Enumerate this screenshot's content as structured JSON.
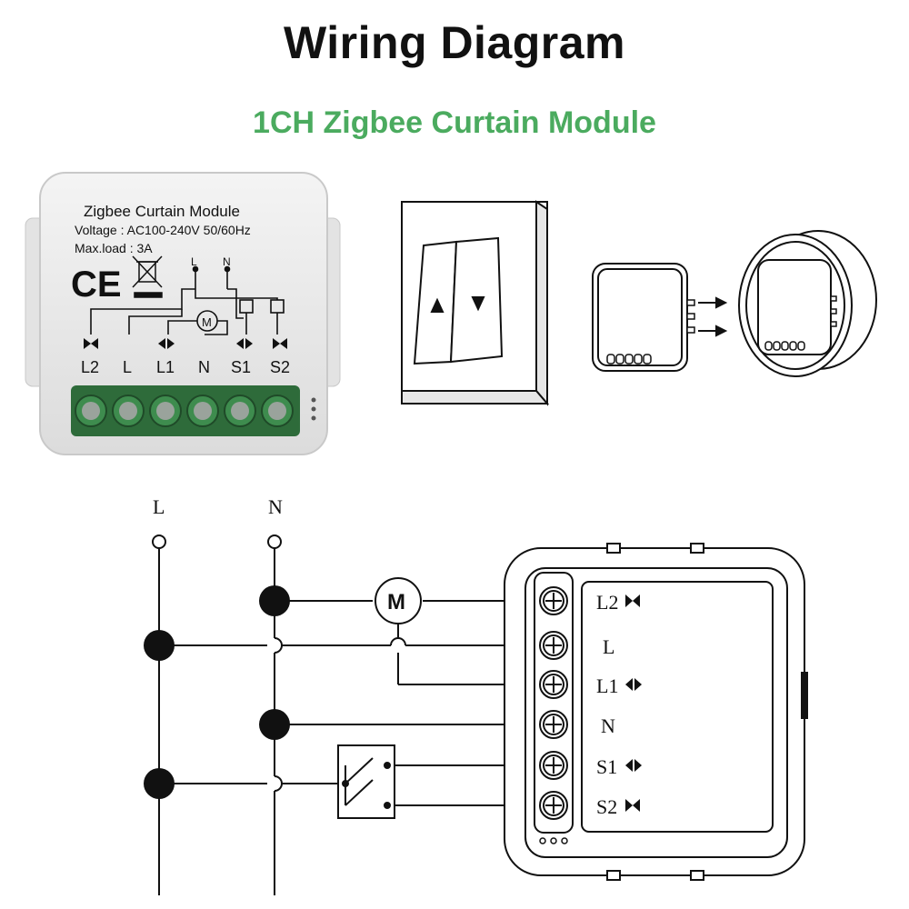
{
  "title": "Wiring Diagram",
  "subtitle": "1CH Zigbee Curtain Module",
  "colors": {
    "accent_green": "#4bab5f",
    "terminal_green": "#2e6b3a",
    "line": "#111111"
  },
  "module_label": {
    "name": "Zigbee Curtain Module",
    "voltage": "Voltage : AC100-240V 50/60Hz",
    "max_load": "Max.load : 3A",
    "ce_mark": "CE",
    "inner_L": "L",
    "inner_N": "N",
    "motor": "M",
    "terminals": [
      "L2",
      "L",
      "L1",
      "N",
      "S1",
      "S2"
    ]
  },
  "switch_icons": {
    "up": "up-arrow-icon",
    "down": "down-arrow-icon"
  },
  "schematic": {
    "line_label": "L",
    "neutral_label": "N",
    "motor": "M",
    "terminals": [
      "L2",
      "L",
      "L1",
      "N",
      "S1",
      "S2"
    ]
  }
}
